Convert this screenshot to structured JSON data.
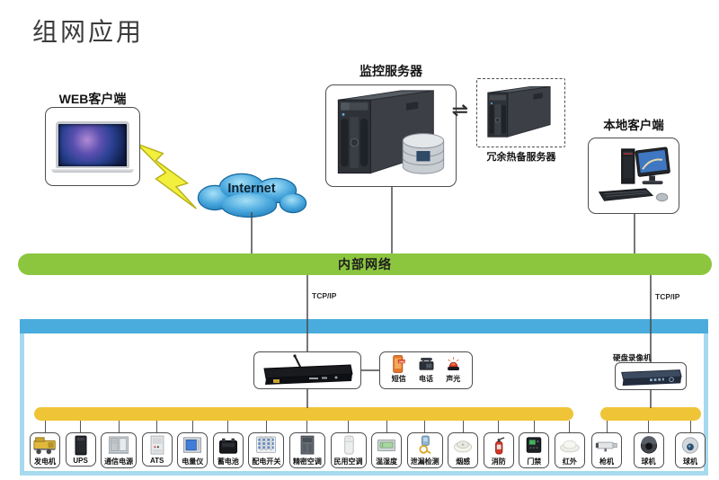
{
  "page_title": "组网应用",
  "colors": {
    "internal_network_bar": "#8CC63F",
    "field_bar": "#4AACDC",
    "field_frame": "#A7DAEF",
    "branch_bar": "#EFC437",
    "cloud_fill": "#4AA8DD",
    "lightning_fill": "#F3EF3D"
  },
  "nodes": {
    "web_client": {
      "label": "WEB客户端"
    },
    "internet": {
      "label": "Internet"
    },
    "monitor_server": {
      "label": "监控服务器"
    },
    "standby_server": {
      "label": "冗余热备服务器"
    },
    "exchange_symbol": "⇌",
    "local_client": {
      "label": "本地客户端"
    },
    "internal_network": {
      "label": "内部网络"
    },
    "tcpip_left": {
      "label": "TCP/IP"
    },
    "tcpip_right": {
      "label": "TCP/IP"
    },
    "dvr": {
      "label": "硬盘录像机"
    }
  },
  "alarm_outputs": [
    {
      "label": "短信",
      "icon": "sms-phone-icon"
    },
    {
      "label": "电话",
      "icon": "telephone-icon"
    },
    {
      "label": "声光",
      "icon": "beacon-icon"
    }
  ],
  "devices": [
    {
      "label": "发电机",
      "icon": "generator-icon"
    },
    {
      "label": "UPS",
      "icon": "ups-icon"
    },
    {
      "label": "通信电源",
      "icon": "comm-power-icon"
    },
    {
      "label": "ATS",
      "icon": "ats-icon"
    },
    {
      "label": "电量仪",
      "icon": "power-meter-icon"
    },
    {
      "label": "蓄电池",
      "icon": "battery-icon"
    },
    {
      "label": "配电开关",
      "icon": "breaker-icon"
    },
    {
      "label": "精密空调",
      "icon": "precision-ac-icon"
    },
    {
      "label": "民用空调",
      "icon": "home-ac-icon"
    },
    {
      "label": "温湿度",
      "icon": "temp-humidity-icon"
    },
    {
      "label": "泄漏检测",
      "icon": "leak-detect-icon"
    },
    {
      "label": "烟感",
      "icon": "smoke-sensor-icon"
    },
    {
      "label": "消防",
      "icon": "fire-extinguisher-icon"
    },
    {
      "label": "门禁",
      "icon": "access-control-icon"
    },
    {
      "label": "红外",
      "icon": "infrared-icon"
    }
  ],
  "cameras": [
    {
      "label": "枪机",
      "icon": "box-camera-icon"
    },
    {
      "label": "球机",
      "icon": "dome-camera-dark-icon"
    },
    {
      "label": "球机",
      "icon": "dome-camera-light-icon"
    }
  ]
}
